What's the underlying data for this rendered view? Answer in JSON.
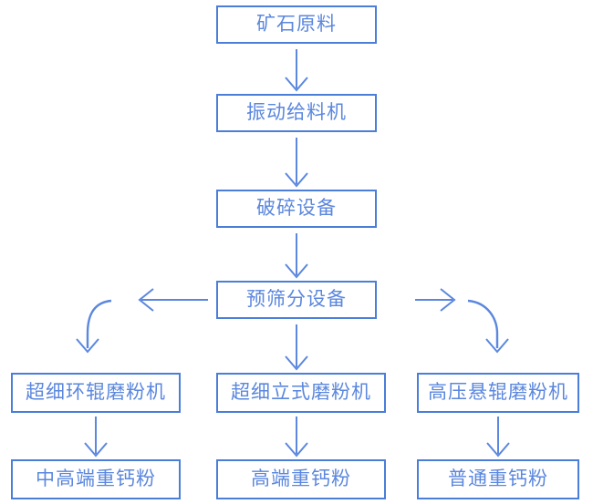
{
  "diagram": {
    "type": "flowchart",
    "title": "",
    "orientation": "top-to-bottom",
    "colors": {
      "border": "#4a7ed8",
      "text": "#5b87de",
      "arrow": "#5b87de",
      "background": "#ffffff"
    },
    "nodes": {
      "ore": "矿石原料",
      "feeder": "振动给料机",
      "crusher": "破碎设备",
      "screen": "预筛分设备",
      "mill_left": "超细环辊磨粉机",
      "mill_mid": "超细立式磨粉机",
      "mill_right": "高压悬辊磨粉机",
      "product_left": "中高端重钙粉",
      "product_mid": "高端重钙粉",
      "product_right": "普通重钙粉"
    },
    "edges": [
      {
        "from": "ore",
        "to": "feeder",
        "shape": "straight-down"
      },
      {
        "from": "feeder",
        "to": "crusher",
        "shape": "straight-down"
      },
      {
        "from": "crusher",
        "to": "screen",
        "shape": "straight-down"
      },
      {
        "from": "screen",
        "to": "mill_left",
        "shape": "left-then-curve-down"
      },
      {
        "from": "screen",
        "to": "mill_mid",
        "shape": "straight-down"
      },
      {
        "from": "screen",
        "to": "mill_right",
        "shape": "right-then-curve-down"
      },
      {
        "from": "mill_left",
        "to": "product_left",
        "shape": "straight-down"
      },
      {
        "from": "mill_mid",
        "to": "product_mid",
        "shape": "straight-down"
      },
      {
        "from": "mill_right",
        "to": "product_right",
        "shape": "straight-down"
      }
    ]
  }
}
